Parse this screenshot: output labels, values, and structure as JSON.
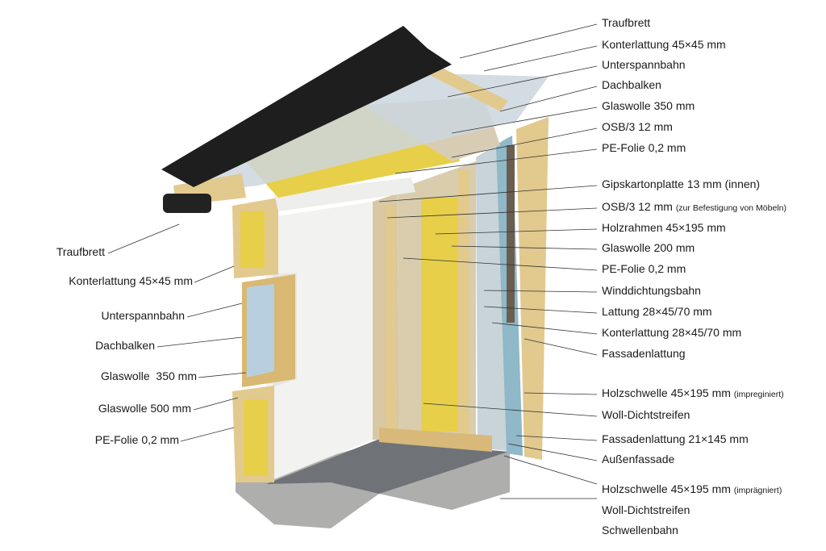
{
  "right_labels": [
    {
      "text": "Traufbrett",
      "note": ""
    },
    {
      "text": "Konterlattung 45×45 mm",
      "note": ""
    },
    {
      "text": "Unterspannbahn",
      "note": ""
    },
    {
      "text": "Dachbalken",
      "note": ""
    },
    {
      "text": "Glaswolle 350 mm",
      "note": ""
    },
    {
      "text": "OSB/3 12 mm",
      "note": ""
    },
    {
      "text": "PE-Folie 0,2 mm",
      "note": ""
    },
    {
      "text": "Gipskartonplatte 13 mm (innen)",
      "note": ""
    },
    {
      "text": "OSB/3 12 mm",
      "note": "(zur Befestigung von Möbeln)"
    },
    {
      "text": "Holzrahmen 45×195 mm",
      "note": ""
    },
    {
      "text": "Glaswolle 200 mm",
      "note": ""
    },
    {
      "text": "PE-Folie 0,2 mm",
      "note": ""
    },
    {
      "text": "Winddichtungsbahn",
      "note": ""
    },
    {
      "text": "Lattung 28×45/70 mm",
      "note": ""
    },
    {
      "text": "Konterlattung 28×45/70 mm",
      "note": ""
    },
    {
      "text": "Fassadenlattung",
      "note": ""
    },
    {
      "text": "Holzschwelle 45×195 mm",
      "note": "(impreginiert)"
    },
    {
      "text": "Woll-Dichtstreifen",
      "note": ""
    },
    {
      "text": "Fassadenlattung 21×145 mm",
      "note": ""
    },
    {
      "text": "Außenfassade",
      "note": ""
    },
    {
      "text": "Holzschwelle 45×195 mm",
      "note": "(imprägniert)"
    },
    {
      "text": "Woll-Dichtstreifen",
      "note": ""
    },
    {
      "text": "Schwellenbahn",
      "note": ""
    }
  ],
  "left_labels": [
    {
      "text": "Traufbrett"
    },
    {
      "text": "Konterlattung 45×45 mm"
    },
    {
      "text": "Unterspannbahn"
    },
    {
      "text": "Dachbalken"
    },
    {
      "text": "Glaswolle  350 mm"
    },
    {
      "text": "Glaswolle 500 mm"
    },
    {
      "text": "PE-Folie 0,2 mm"
    }
  ],
  "colors": {
    "insulation": "#e8cf4a",
    "wood": "#e2c98e",
    "tiles": "#1e1e1e",
    "concrete": "#a9a9a7",
    "wall": "#f2f2f0",
    "membrane": "#8fb8c8"
  }
}
